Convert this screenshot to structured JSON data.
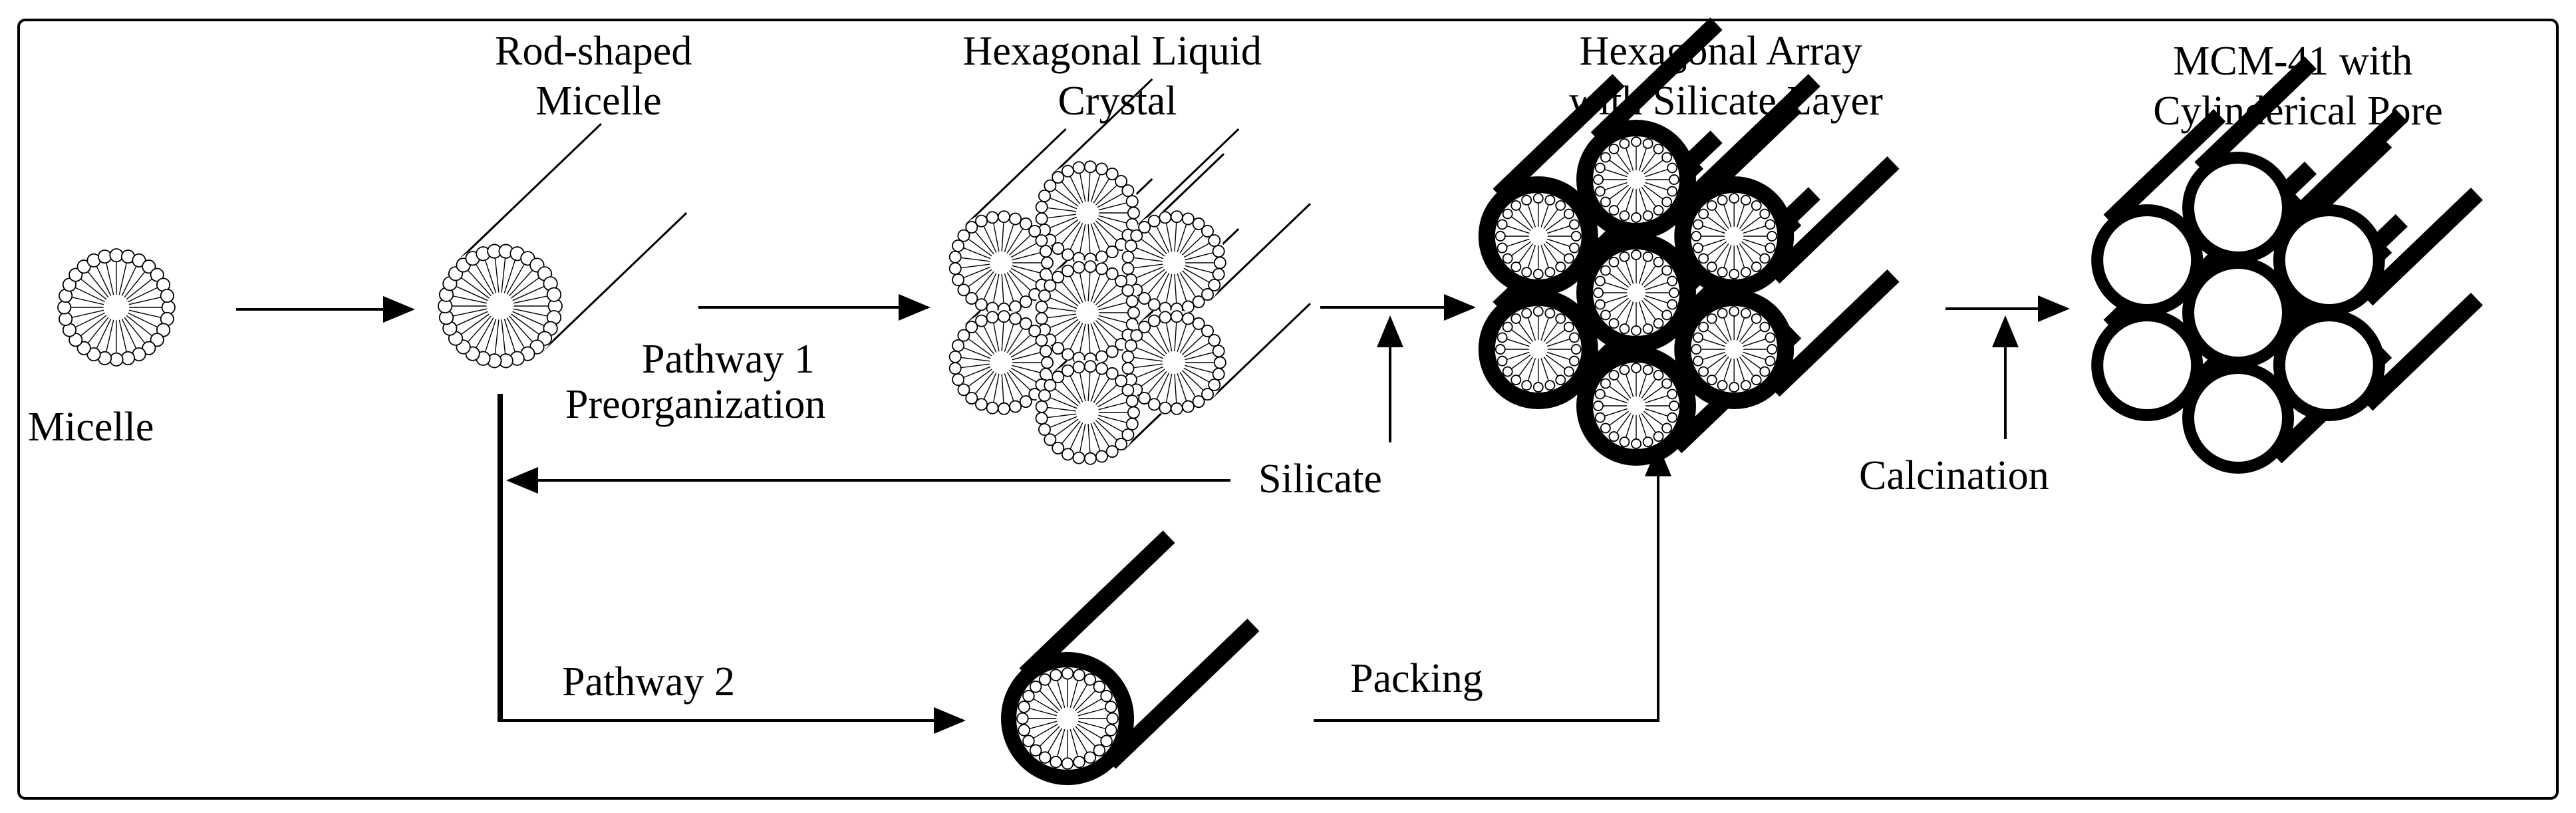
{
  "labels": {
    "rod_shaped_micelle": [
      "Rod-shaped",
      "Micelle"
    ],
    "hex_liquid_crystal": [
      "Hexagonal Liquid",
      "Crystal"
    ],
    "hex_array_silicate": [
      "Hexagonal Array",
      "with Silicate Layer"
    ],
    "mcm41": [
      "MCM-41 with",
      "Cylinderical Pore"
    ],
    "micelle": "Micelle",
    "pathway1": [
      "Pathway 1",
      "Preorganization"
    ],
    "silicate": "Silicate",
    "calcination": "Calcination",
    "pathway2": "Pathway 2",
    "packing": "Packing"
  }
}
